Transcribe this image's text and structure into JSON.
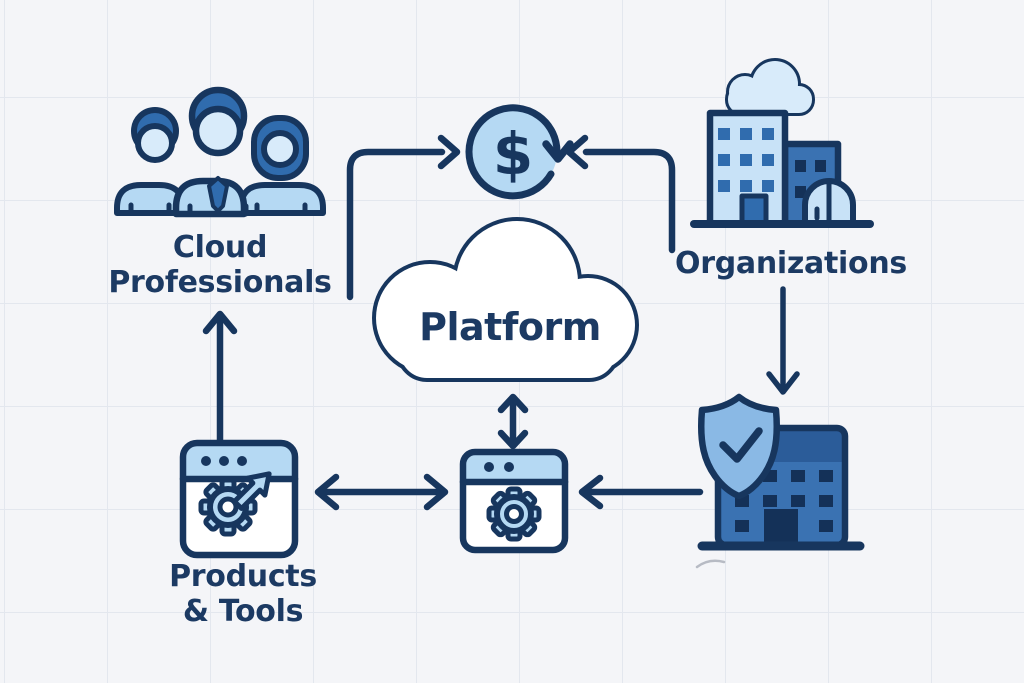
{
  "colors": {
    "navy": "#17365e",
    "blue": "#306cae",
    "light_blue": "#b5d9f3",
    "pale_blue": "#d8ebfa",
    "building_light": "#c8e2f7",
    "mid_building": "#3a72b2",
    "roof_blue": "#2b5c99",
    "window_navy": "#143158",
    "shield_blue": "#8ab9e5",
    "text_navy": "#1c3a63",
    "background": "#f4f5f8",
    "grid": "#e3e7ee",
    "stray": "#a7adb6",
    "white": "#ffffff"
  },
  "nodes": {
    "cloud_professionals": {
      "label_line1": "Cloud",
      "label_line2": "Professionals",
      "icon": "people-icon"
    },
    "organizations": {
      "label": "Organizations",
      "icon": "buildings-with-cloud-icon"
    },
    "platform": {
      "label": "Platform",
      "icon": "cloud-outline-icon"
    },
    "products_tools": {
      "label_line1": "Products",
      "label_line2": "& Tools",
      "icon": "browser-gear-arrow-icon"
    },
    "payment": {
      "glyph": "$",
      "icon": "dollar-cycle-icon"
    },
    "platform_app": {
      "icon": "browser-gear-icon"
    },
    "secured_organization": {
      "icon": "shield-check-building-icon"
    }
  },
  "arrows": [
    {
      "from": "cloud-professionals",
      "to": "payment",
      "shape": "elbow",
      "direction": "one-way"
    },
    {
      "from": "organizations",
      "to": "payment",
      "shape": "elbow",
      "direction": "one-way"
    },
    {
      "from": "organizations",
      "to": "secured-organization",
      "shape": "straight-down",
      "direction": "one-way"
    },
    {
      "from": "secured-organization",
      "to": "platform-app",
      "shape": "straight-left",
      "direction": "one-way"
    },
    {
      "from": "platform",
      "to": "platform-app",
      "shape": "straight-vertical",
      "direction": "two-way"
    },
    {
      "from": "products-tools",
      "to": "platform-app",
      "shape": "straight-horizontal",
      "direction": "two-way"
    },
    {
      "from": "products-tools",
      "to": "cloud-professionals",
      "shape": "straight-up",
      "direction": "one-way"
    }
  ]
}
